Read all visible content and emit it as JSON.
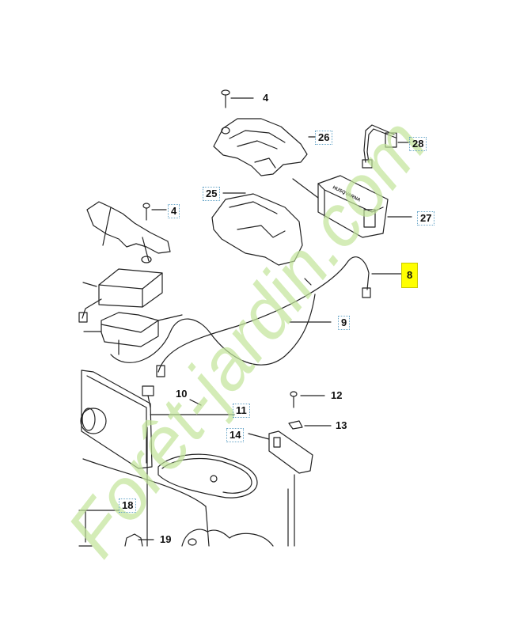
{
  "callouts": {
    "c4a": "4",
    "c26": "26",
    "c28": "28",
    "c25": "25",
    "c4b": "4",
    "c27": "27",
    "c8": "8",
    "c9": "9",
    "c10": "10",
    "c11": "11",
    "c12": "12",
    "c13": "13",
    "c14": "14",
    "c18": "18",
    "c19": "19"
  },
  "module_label": "HUSQVARNA",
  "watermark_text": "Forêt-jardin.com",
  "colors": {
    "highlight": "#ffff00",
    "line": "#222222",
    "label_border": "#6aa7c9",
    "watermark_green": "#b8e08a",
    "watermark_tan": "#e8d6b8",
    "watermark_red": "#f4b89a"
  }
}
